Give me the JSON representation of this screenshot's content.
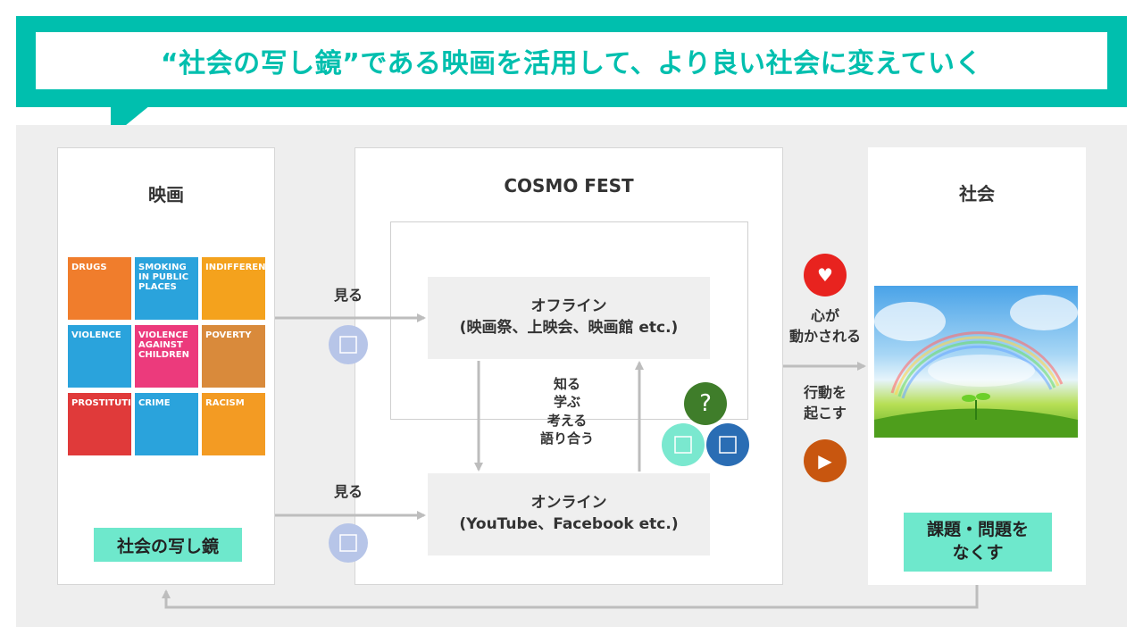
{
  "banner": {
    "title": "“社会の写し鏡”である映画を活用して、より良い社会に変えていく"
  },
  "left_panel": {
    "title": "映画",
    "posters": [
      {
        "label": "DRUGS",
        "color": "#f07d2c"
      },
      {
        "label": "SMOKING IN PUBLIC PLACES",
        "color": "#2aa3dc"
      },
      {
        "label": "INDIFFERENCE",
        "color": "#f4a21d"
      },
      {
        "label": "VIOLENCE",
        "color": "#2aa3dc"
      },
      {
        "label": "VIOLENCE AGAINST CHILDREN",
        "color": "#ec3a7c"
      },
      {
        "label": "POVERTY",
        "color": "#d98a3b"
      },
      {
        "label": "PROSTITUTION",
        "color": "#e03a3a"
      },
      {
        "label": "CRIME",
        "color": "#2aa3dc"
      },
      {
        "label": "RACISM",
        "color": "#f39b23"
      }
    ],
    "tag": "社会の写し鏡"
  },
  "center_panel": {
    "title": "COSMO FEST",
    "offline": {
      "line1": "オフライン",
      "line2": "(映画祭、上映会、映画館 etc.)"
    },
    "online": {
      "line1": "オンライン",
      "line2": "(YouTube、Facebook etc.)"
    },
    "middle_label": [
      "知る",
      "学ぶ",
      "考える",
      "語り合う"
    ],
    "question_mark": "?"
  },
  "arrows": {
    "see_top": "見る",
    "see_bottom": "見る"
  },
  "right_side": {
    "moved_label": [
      "心が",
      "動かされる"
    ],
    "action_label": [
      "行動を",
      "起こす"
    ],
    "heart": "♥",
    "play": "▶"
  },
  "right_panel": {
    "title": "社会",
    "tag_line1": "課題・問題を",
    "tag_line2": "なくす"
  },
  "colors": {
    "accent": "#00bfae",
    "tag": "#6ee8cc",
    "heart_red": "#e8231f",
    "play_orange": "#c8560f",
    "question_green": "#3f7d2a",
    "icon_blue": "#2a6db4",
    "icon_mint": "#7ae8cf",
    "eye_circle": "#b7c5e8"
  }
}
